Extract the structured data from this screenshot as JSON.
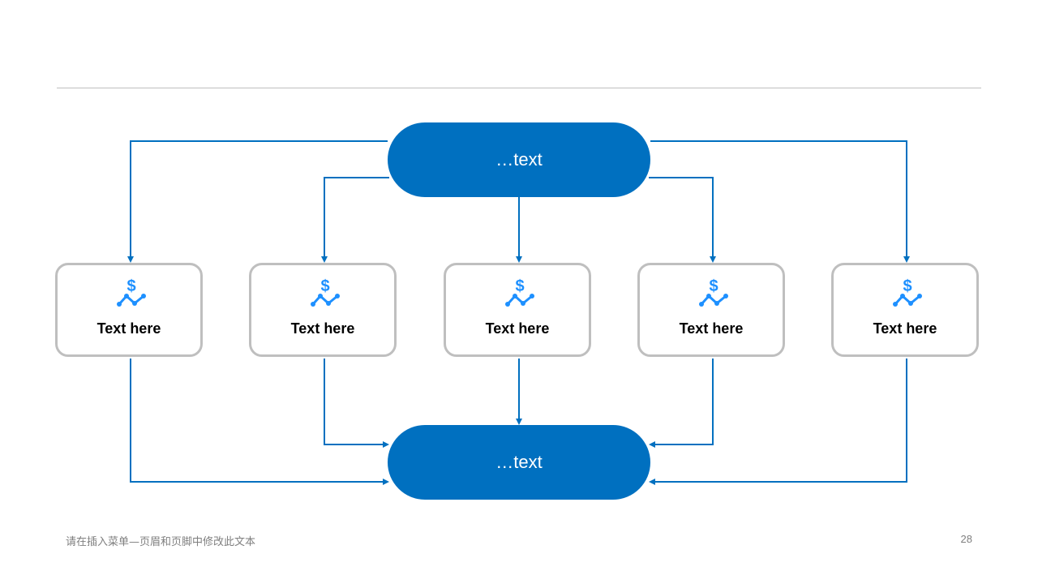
{
  "diagram": {
    "top_node": {
      "label": "…text"
    },
    "bottom_node": {
      "label": "…text"
    },
    "items": [
      {
        "label": "Text here",
        "icon": "dollar-trend-icon"
      },
      {
        "label": "Text here",
        "icon": "dollar-trend-icon"
      },
      {
        "label": "Text here",
        "icon": "dollar-trend-icon"
      },
      {
        "label": "Text here",
        "icon": "dollar-trend-icon"
      },
      {
        "label": "Text here",
        "icon": "dollar-trend-icon"
      }
    ]
  },
  "footer": {
    "text": "请在插入菜单—页眉和页脚中修改此文本",
    "page_number": "28"
  },
  "colors": {
    "accent": "#0070c0",
    "card_border": "#bfbfbf",
    "icon": "#1e90ff"
  }
}
